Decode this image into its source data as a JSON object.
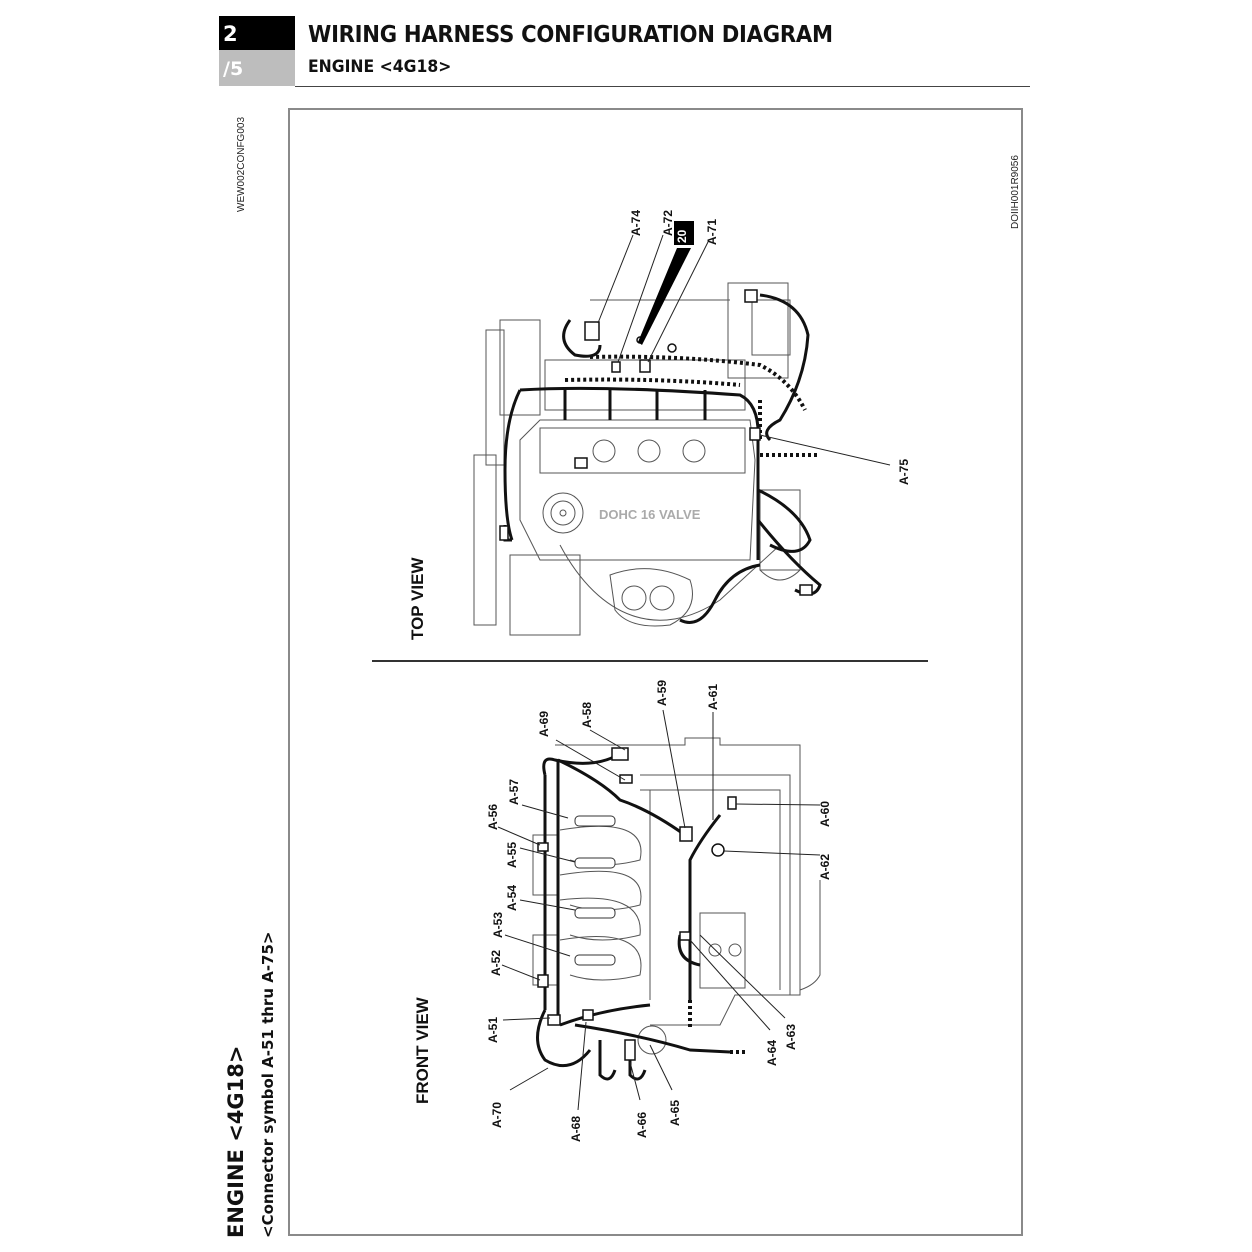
{
  "header": {
    "section_number": "2",
    "page_number": "/5",
    "title": "WIRING HARNESS CONFIGURATION DIAGRAM",
    "subtitle": "ENGINE <4G18>"
  },
  "document_codes": {
    "left": "WEW002CONFG003",
    "right": "DOIIH001R9056"
  },
  "side_caption": {
    "title": "ENGINE <4G18>",
    "subtitle": "<Connector symbol A-51 thru A-75>"
  },
  "views": {
    "top": {
      "label": "TOP VIEW",
      "engine_marking": "DOHC  16 VALVE",
      "ground_badge": "20",
      "connectors": [
        "A-74",
        "A-72",
        "A-71",
        "A-75"
      ]
    },
    "front": {
      "label": "FRONT VIEW",
      "connectors": [
        "A-51",
        "A-52",
        "A-53",
        "A-54",
        "A-55",
        "A-56",
        "A-57",
        "A-58",
        "A-59",
        "A-60",
        "A-61",
        "A-62",
        "A-63",
        "A-64",
        "A-65",
        "A-66",
        "A-68",
        "A-69",
        "A-70"
      ]
    }
  }
}
